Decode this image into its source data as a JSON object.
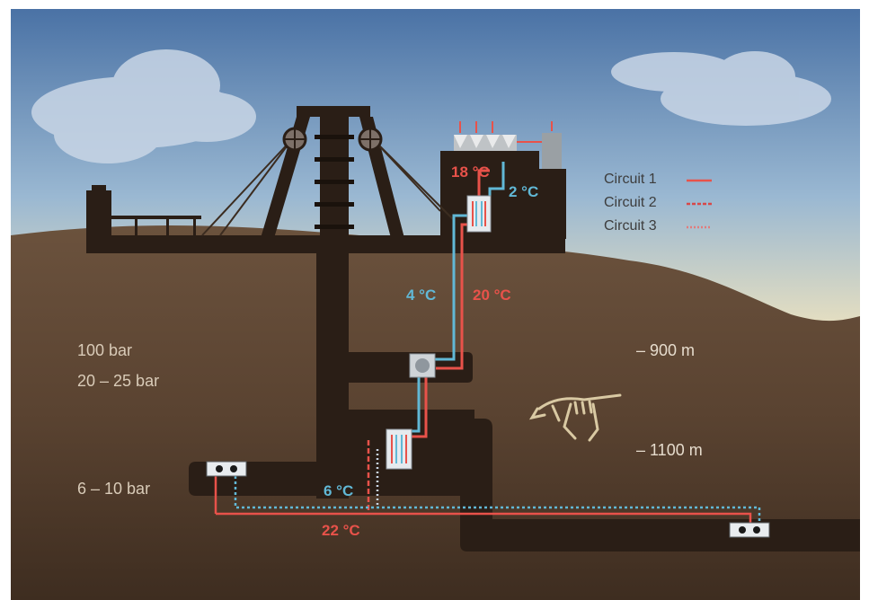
{
  "legend": {
    "circuits": [
      {
        "label": "Circuit 1",
        "color": "#e8524a",
        "style": "solid"
      },
      {
        "label": "Circuit 2",
        "color": "#d84848",
        "style": "dashed"
      },
      {
        "label": "Circuit 3",
        "color": "#e27c7c",
        "style": "dotted"
      }
    ]
  },
  "pressures": [
    "100 bar",
    "20 – 25 bar",
    "6 – 10 bar"
  ],
  "depths": [
    "– 900 m",
    "– 1100 m"
  ],
  "temperatures": {
    "surface_hot": "18 °C",
    "surface_cold": "2 °C",
    "shaft_cold": "4 °C",
    "shaft_hot": "20 °C",
    "mine_cold": "6 °C",
    "mine_hot": "22 °C"
  },
  "colors": {
    "hot": "#e8524a",
    "cold": "#61b8d6",
    "earth": "#5a4331",
    "tunnel": "#2b1f17",
    "sky_top": "#4b73a6",
    "sky_bottom": "#f3e7c1"
  },
  "icons": [
    "cloud-icon",
    "headframe-icon",
    "heat-exchanger-icon",
    "cooling-tower-icon",
    "chiller-icon",
    "pump-icon",
    "dinosaur-fossil-icon"
  ]
}
